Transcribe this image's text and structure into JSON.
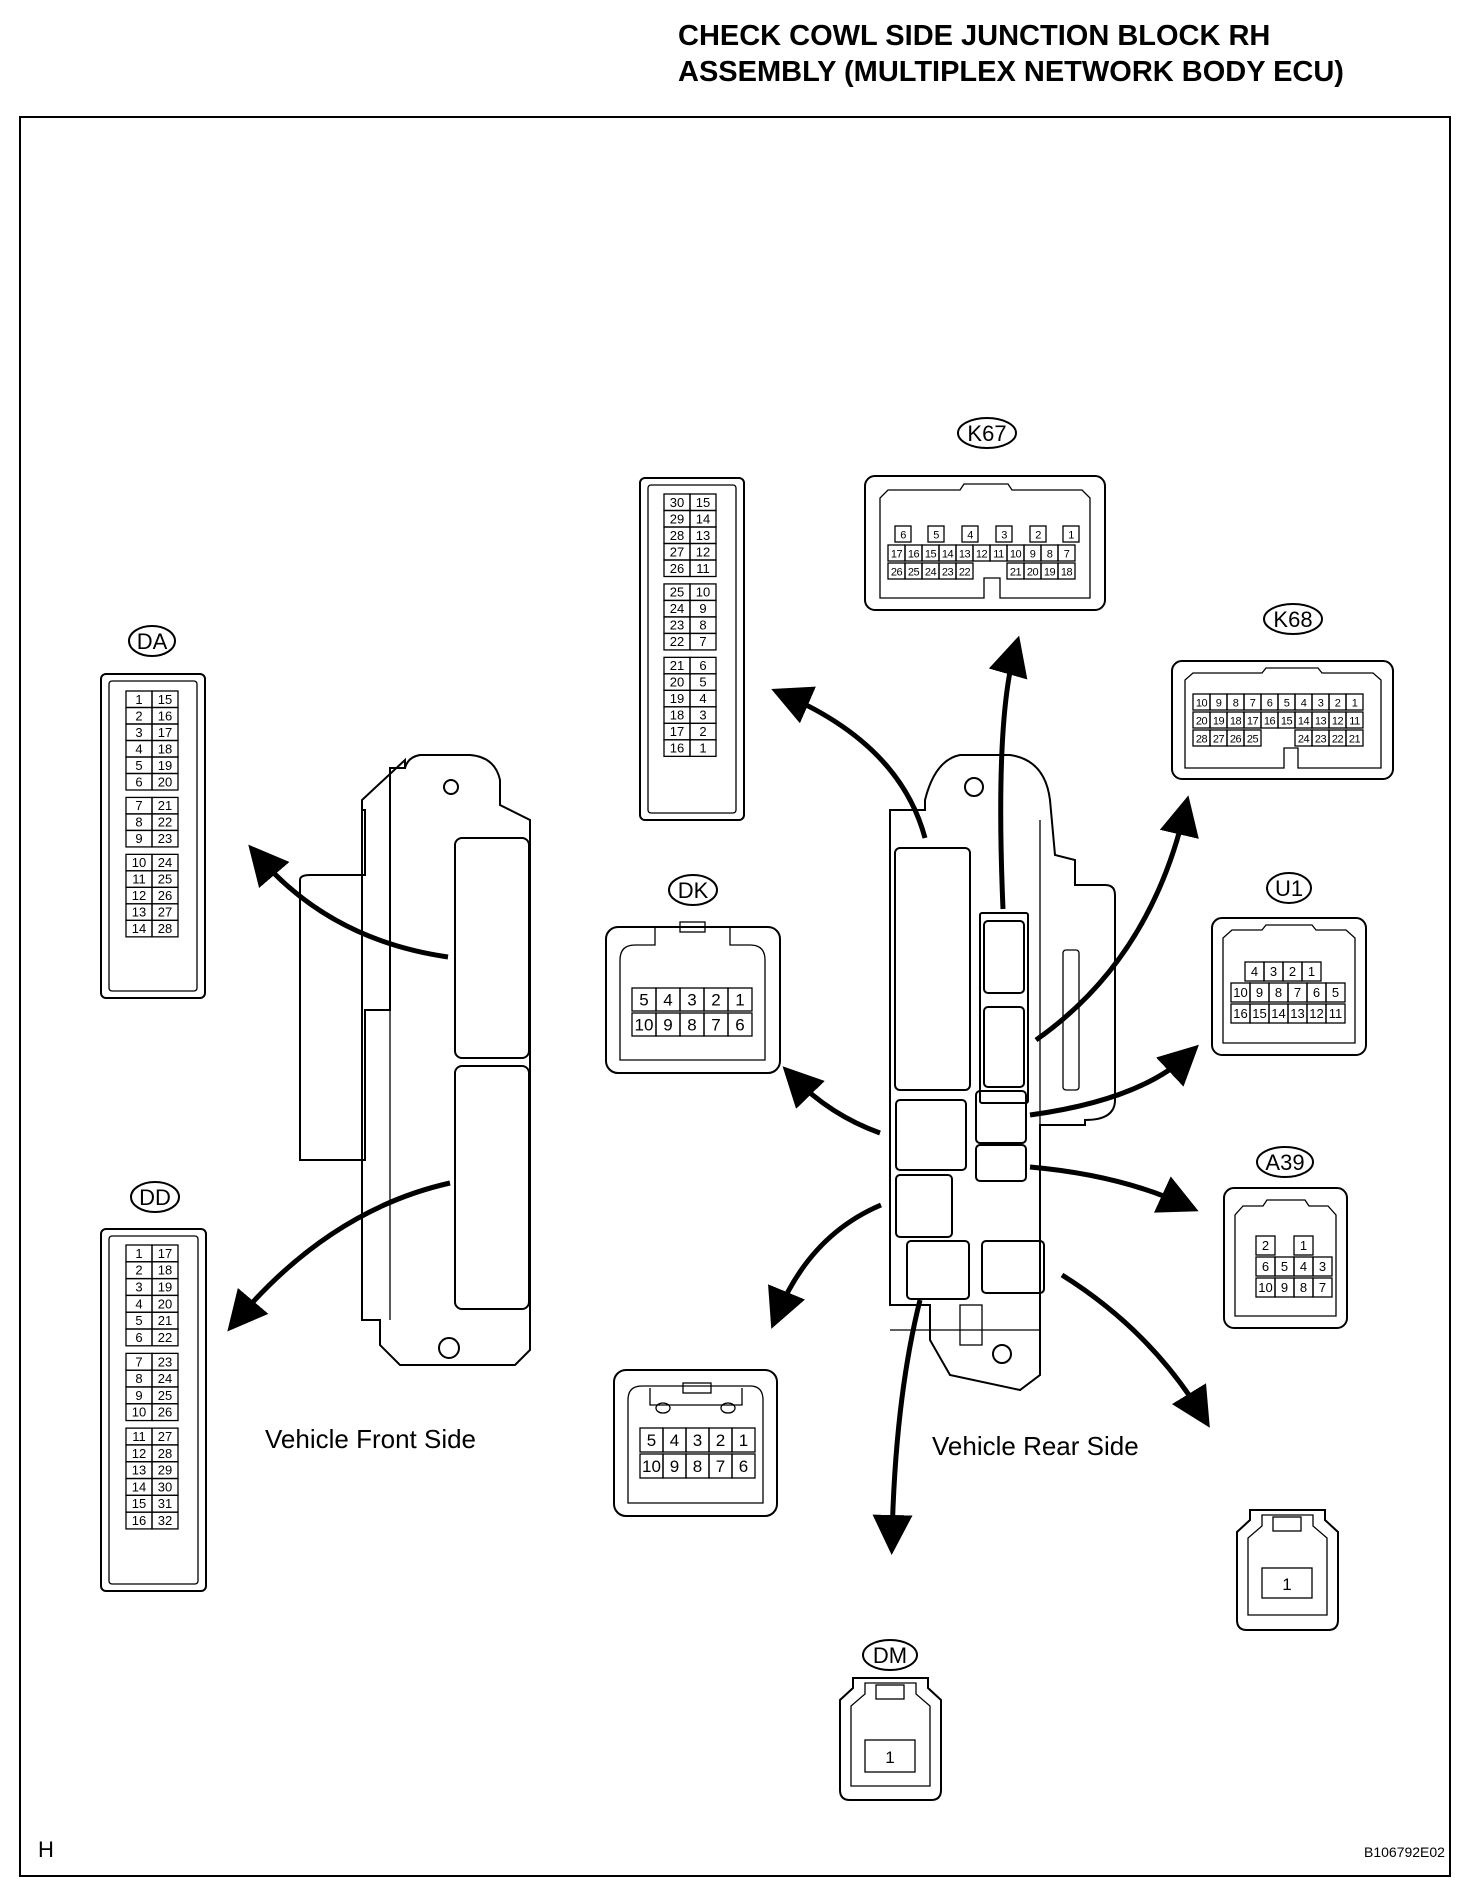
{
  "title": {
    "line1": "CHECK COWL SIDE JUNCTION BLOCK RH",
    "line2": "ASSEMBLY (MULTIPLEX NETWORK BODY ECU)"
  },
  "views": {
    "front": "Vehicle Front Side",
    "rear": "Vehicle Rear Side"
  },
  "footer": {
    "corner_letter": "H",
    "figure_code": "B106792E02"
  },
  "connectors": {
    "DA": {
      "tag": "DA",
      "rows": [
        [
          "1",
          "15"
        ],
        [
          "2",
          "16"
        ],
        [
          "3",
          "17"
        ],
        [
          "4",
          "18"
        ],
        [
          "5",
          "19"
        ],
        [
          "6",
          "20"
        ],
        [
          "7",
          "21"
        ],
        [
          "8",
          "22"
        ],
        [
          "9",
          "23"
        ],
        [
          "10",
          "24"
        ],
        [
          "11",
          "25"
        ],
        [
          "12",
          "26"
        ],
        [
          "13",
          "27"
        ],
        [
          "14",
          "28"
        ]
      ]
    },
    "DD": {
      "tag": "DD",
      "rows": [
        [
          "1",
          "17"
        ],
        [
          "2",
          "18"
        ],
        [
          "3",
          "19"
        ],
        [
          "4",
          "20"
        ],
        [
          "5",
          "21"
        ],
        [
          "6",
          "22"
        ],
        [
          "7",
          "23"
        ],
        [
          "8",
          "24"
        ],
        [
          "9",
          "25"
        ],
        [
          "10",
          "26"
        ],
        [
          "11",
          "27"
        ],
        [
          "12",
          "28"
        ],
        [
          "13",
          "29"
        ],
        [
          "14",
          "30"
        ],
        [
          "15",
          "31"
        ],
        [
          "16",
          "32"
        ]
      ]
    },
    "upper_left": {
      "rows": [
        [
          "30",
          "15"
        ],
        [
          "29",
          "14"
        ],
        [
          "28",
          "13"
        ],
        [
          "27",
          "12"
        ],
        [
          "26",
          "11"
        ],
        [
          "25",
          "10"
        ],
        [
          "24",
          "9"
        ],
        [
          "23",
          "8"
        ],
        [
          "22",
          "7"
        ],
        [
          "21",
          "6"
        ],
        [
          "20",
          "5"
        ],
        [
          "19",
          "4"
        ],
        [
          "18",
          "3"
        ],
        [
          "17",
          "2"
        ],
        [
          "16",
          "1"
        ]
      ]
    },
    "K67": {
      "tag": "K67",
      "top": [
        "6",
        "5",
        "4",
        "3",
        "2",
        "1"
      ],
      "mid": [
        "17",
        "16",
        "15",
        "14",
        "13",
        "12",
        "11",
        "10",
        "9",
        "8",
        "7"
      ],
      "bottom_left": [
        "26",
        "25",
        "24",
        "23",
        "22"
      ],
      "bottom_right": [
        "21",
        "20",
        "19",
        "18"
      ]
    },
    "K68": {
      "tag": "K68",
      "top": [
        "10",
        "9",
        "8",
        "7",
        "6",
        "5",
        "4",
        "3",
        "2",
        "1"
      ],
      "mid": [
        "20",
        "19",
        "18",
        "17",
        "16",
        "15",
        "14",
        "13",
        "12",
        "11"
      ],
      "bottom_left": [
        "28",
        "27",
        "26",
        "25"
      ],
      "bottom_right": [
        "24",
        "23",
        "22",
        "21"
      ]
    },
    "DK": {
      "tag": "DK",
      "top": [
        "5",
        "4",
        "3",
        "2",
        "1"
      ],
      "bottom": [
        "10",
        "9",
        "8",
        "7",
        "6"
      ]
    },
    "U1": {
      "tag": "U1",
      "top": [
        "4",
        "3",
        "2",
        "1"
      ],
      "mid": [
        "10",
        "9",
        "8",
        "7",
        "6",
        "5"
      ],
      "bottom": [
        "16",
        "15",
        "14",
        "13",
        "12",
        "11"
      ]
    },
    "A39": {
      "tag": "A39",
      "top": [
        "2",
        "1"
      ],
      "mid": [
        "6",
        "5",
        "4",
        "3"
      ],
      "bottom": [
        "10",
        "9",
        "8",
        "7"
      ]
    },
    "lower_mid": {
      "top": [
        "5",
        "4",
        "3",
        "2",
        "1"
      ],
      "bottom": [
        "10",
        "9",
        "8",
        "7",
        "6"
      ]
    },
    "lower_right": {
      "pin": "1"
    },
    "DM": {
      "tag": "DM",
      "pin": "1"
    }
  }
}
